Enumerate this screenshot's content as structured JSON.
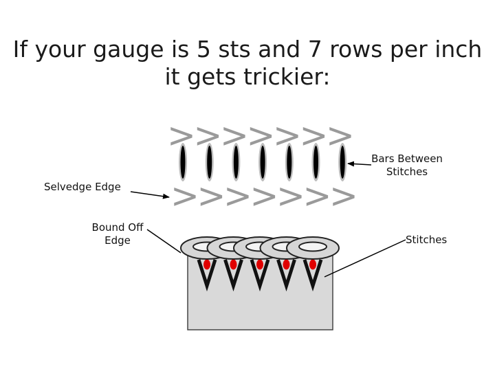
{
  "slide": {
    "title_line1": "If your gauge is 5 sts and 7 rows per inch",
    "title_line2": "it gets trickier:"
  },
  "labels": {
    "selvedge_edge": "Selvedge Edge",
    "bars_between_stitches_line1": "Bars Between",
    "bars_between_stitches_line2": "Stitches",
    "bound_off_line1": "Bound Off",
    "bound_off_line2": "Edge",
    "stitches": "Stitches"
  },
  "diagram": {
    "top_chevron_count": 7,
    "bottom_chevron_count": 7,
    "bar_count": 7,
    "stitch_count": 5,
    "colors": {
      "chevron": "#9a9a9a",
      "bar_outer": "#bdbdbd",
      "bar_inner": "#000000",
      "ring_fill": "#d6d6d6",
      "stitch_dot": "#e00000",
      "fabric_fill": "#d9d9d9"
    }
  }
}
